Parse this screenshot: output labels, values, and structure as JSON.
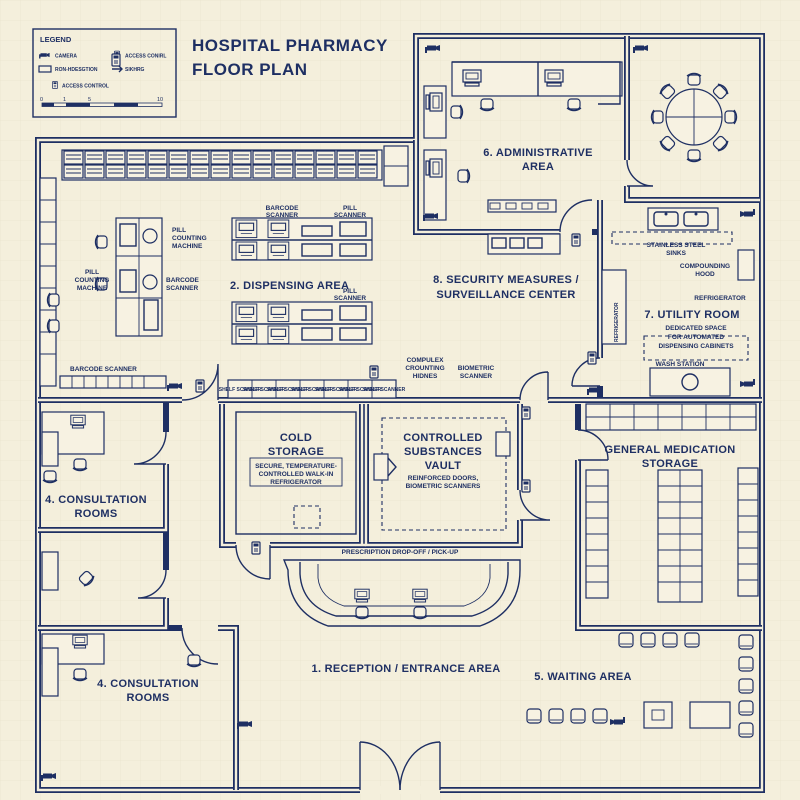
{
  "title_line1": "HOSPITAL PHARMACY",
  "title_line2": "FLOOR PLAN",
  "legend": {
    "heading": "LEGEND",
    "items": [
      "CAMERA",
      "ACCESS CONIRL",
      "RON-HDESGTION",
      "SIKHRG",
      "ACCESS CONTROL"
    ],
    "scale_ticks": [
      "0",
      "1",
      "5",
      "10"
    ]
  },
  "rooms": {
    "admin": [
      "6. ADMINISTRATIVE",
      "AREA"
    ],
    "dispensing": "2. DISPENSING AREA",
    "security": [
      "8. SECURITY MEASURES /",
      "SURVEILLANCE CENTER"
    ],
    "utility": "7. UTILITY ROOM",
    "cold": [
      "COLD",
      "STORAGE"
    ],
    "cold_note": [
      "SECURE, TEMPERATURE-",
      "CONTROLLED WALK-IN",
      "REFRIGERATOR"
    ],
    "vault": [
      "CONTROLLED",
      "SUBSTANCES",
      "VAULT"
    ],
    "vault_note": [
      "REINFORCED DOORS,",
      "BIOMETRIC SCANNERS"
    ],
    "general": [
      "GENERAL MEDICATION",
      "STORAGE"
    ],
    "consult_top": [
      "4. CONSULTATION",
      "ROOMS"
    ],
    "consult_bottom": [
      "4. CONSULTATION",
      "ROOMS"
    ],
    "counter": "PRESCRIPTION DROP-OFF / PICK-UP",
    "reception": "1. RECEPTION / ENTRANCE AREA",
    "waiting": "5. WAITING AREA"
  },
  "annotations": {
    "barcode_scanner_top": [
      "BARCODE",
      "SCANNER"
    ],
    "pill_scanner_top": [
      "PILL",
      "SCANNER"
    ],
    "pill_scanner_mid": [
      "PILL",
      "SCANNER"
    ],
    "pill_counting_1": [
      "PILL",
      "COUNTING",
      "MACHINE"
    ],
    "pill_counting_2": [
      "PILL",
      "COUNTING",
      "MACHINE"
    ],
    "barcode_scanner_left": [
      "BARCODE",
      "SCANNER"
    ],
    "barcode_scanner_bottom": "BARCODE SCANNER",
    "compulex": [
      "COMPULEX",
      "CROUNTING",
      "HIDNES"
    ],
    "biometric": [
      "BIOMETRIC",
      "SCANNER"
    ],
    "sinks": [
      "STAINLESS STEEL",
      "SINKS"
    ],
    "hood": [
      "COMPOUNDING",
      "HOOD"
    ],
    "refrigerator": "REFRIGERATOR",
    "refrigerator_vertical": "REFRIGERATOR",
    "dispensing_cabinets": [
      "DEDICATED SPACE",
      "FOR AUTOMATED",
      "DISPENSING CABINETS"
    ],
    "wash": "WASH STATION",
    "shelf_tag": "SHELF SCANNER"
  }
}
